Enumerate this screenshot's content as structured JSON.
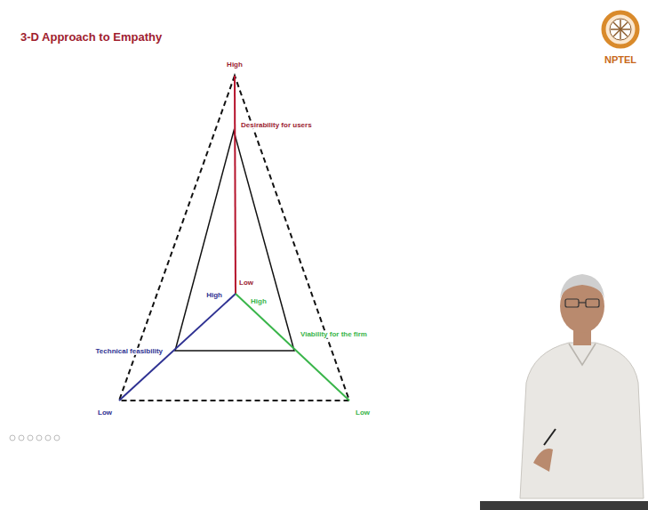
{
  "diagram": {
    "title": "3-D Approach to Empathy",
    "labels": [
      "NPTEL",
      "High",
      "Desirability for users",
      "Low",
      "High",
      "High",
      "Viability for the firm",
      "Technical feasibility",
      "Low",
      "Low"
    ]
  }
}
